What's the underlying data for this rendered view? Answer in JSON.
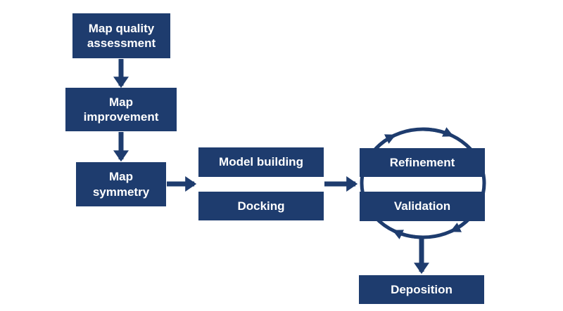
{
  "colors": {
    "accent": "#1e3c6e",
    "box_text": "#ffffff",
    "background": "#ffffff"
  },
  "flowchart": {
    "boxes": {
      "map_quality": {
        "label": "Map quality\nassessment"
      },
      "map_improvement": {
        "label": "Map\nimprovement"
      },
      "map_symmetry": {
        "label": "Map\nsymmetry"
      },
      "model_building": {
        "label": "Model building"
      },
      "docking": {
        "label": "Docking"
      },
      "refinement": {
        "label": "Refinement"
      },
      "validation": {
        "label": "Validation"
      },
      "deposition": {
        "label": "Deposition"
      }
    },
    "connections": [
      {
        "from": "map_quality",
        "to": "map_improvement",
        "style": "straight-arrow-down"
      },
      {
        "from": "map_improvement",
        "to": "map_symmetry",
        "style": "straight-arrow-down"
      },
      {
        "from": "map_symmetry",
        "to": "model_building_docking_group",
        "style": "straight-arrow-right"
      },
      {
        "from": "model_building_docking_group",
        "to": "refinement_validation_group",
        "style": "straight-arrow-right"
      },
      {
        "from": "refinement",
        "to": "validation",
        "style": "circular-cycle-clockwise"
      },
      {
        "from": "refinement_validation_group",
        "to": "deposition",
        "style": "straight-arrow-down"
      }
    ]
  }
}
